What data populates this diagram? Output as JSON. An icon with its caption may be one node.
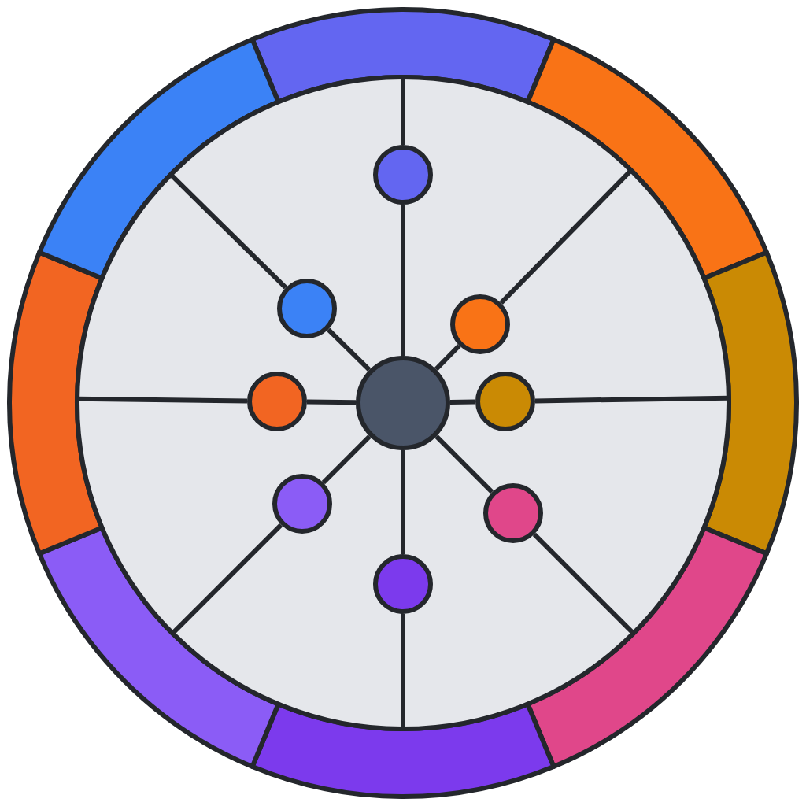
{
  "diagram": {
    "nodes": [
      {
        "text": [],
        "shape": "circle"
      },
      {
        "text": [],
        "shape": "circle"
      },
      {
        "text": [],
        "shape": "circle"
      },
      {
        "text": [],
        "shape": "circle"
      },
      {
        "text": [],
        "shape": "circle"
      },
      {
        "text": [],
        "shape": "circle"
      },
      {
        "text": [],
        "shape": "circle"
      },
      {
        "text": [],
        "shape": "circle"
      },
      {
        "text": [],
        "shape": "circle"
      }
    ],
    "edges": [
      {
        "from": 0,
        "to": 1,
        "arrow": "none"
      },
      {
        "from": 0,
        "to": 2,
        "arrow": "none"
      },
      {
        "from": 0,
        "to": 3,
        "arrow": "none"
      },
      {
        "from": 0,
        "to": 4,
        "arrow": "none"
      },
      {
        "from": 0,
        "to": 5,
        "arrow": "none"
      },
      {
        "from": 0,
        "to": 6,
        "arrow": "none"
      },
      {
        "from": 0,
        "to": 7,
        "arrow": "none"
      },
      {
        "from": 0,
        "to": 8,
        "arrow": "none"
      }
    ]
  }
}
